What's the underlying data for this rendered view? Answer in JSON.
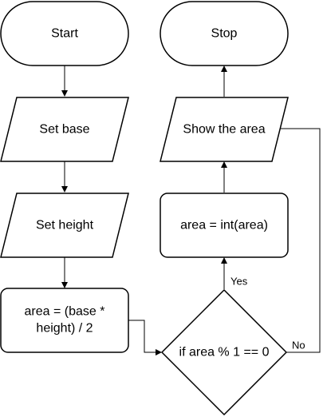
{
  "nodes": {
    "start": {
      "label": "Start",
      "shape": "terminator"
    },
    "stop": {
      "label": "Stop",
      "shape": "terminator"
    },
    "set_base": {
      "label": "Set base",
      "shape": "input-output"
    },
    "set_height": {
      "label": "Set height",
      "shape": "input-output"
    },
    "compute_area": {
      "label_line1": "area = (base *",
      "label_line2": "height) / 2",
      "shape": "process"
    },
    "decision": {
      "label": "if area % 1 == 0",
      "shape": "decision"
    },
    "int_area": {
      "label": "area = int(area)",
      "shape": "process"
    },
    "show_area": {
      "label": "Show the area",
      "shape": "input-output"
    }
  },
  "edges": {
    "yes_label": "Yes",
    "no_label": "No"
  },
  "colors": {
    "stroke": "#000000",
    "fill": "#ffffff",
    "text": "#000000"
  }
}
